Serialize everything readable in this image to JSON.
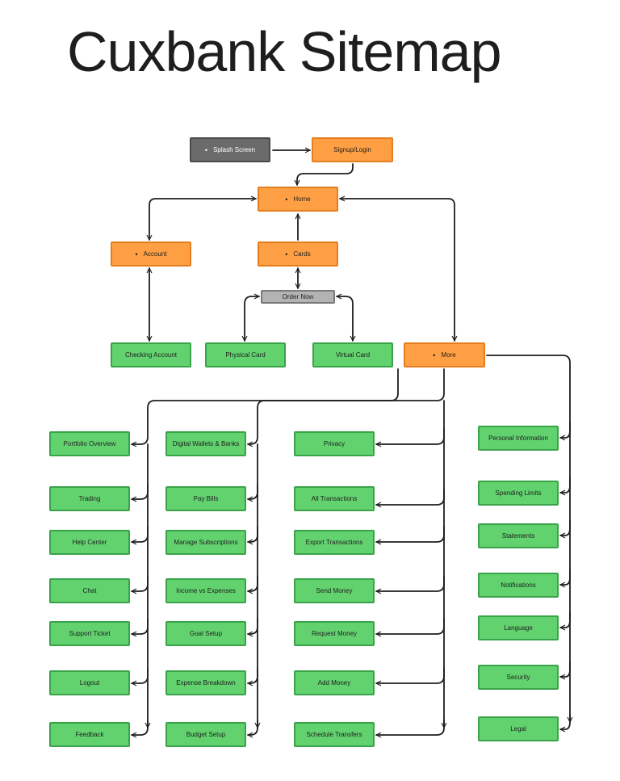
{
  "title": "Cuxbank Sitemap",
  "colors": {
    "primary_page": "#ff9f43",
    "sub_page": "#62d26f",
    "entry_page": "#6b6b6b",
    "action": "#b3b3b3",
    "connector": "#1e1e1e"
  },
  "nodes": {
    "splash": "Splash Screen",
    "signup": "Signup/Login",
    "home": "Home",
    "account": "Account",
    "cards": "Cards",
    "order_now": "Order Now",
    "checking": "Checking Account",
    "physical_card": "Physical Card",
    "virtual_card": "Virtual Card",
    "more": "More"
  },
  "columns": {
    "col1": [
      "Portfolio Overview",
      "Trading",
      "Help Center",
      "Chat",
      "Support Ticket",
      "Logout",
      "Feedback"
    ],
    "col2": [
      "Digital Wallets & Banks",
      "Pay Bills",
      "Manage Subscriptions",
      "Income vs Expenses",
      "Goal Setup",
      "Expense Breakdown",
      "Budget Setup"
    ],
    "col3": [
      "Privacy",
      "All Transactions",
      "Export Transactions",
      "Send Money",
      "Request Money",
      "Add Money",
      "Schedule Transfers"
    ],
    "col4": [
      "Personal Information",
      "Spending Limits",
      "Statements",
      "Notifications",
      "Language",
      "Security",
      "Legal"
    ]
  }
}
